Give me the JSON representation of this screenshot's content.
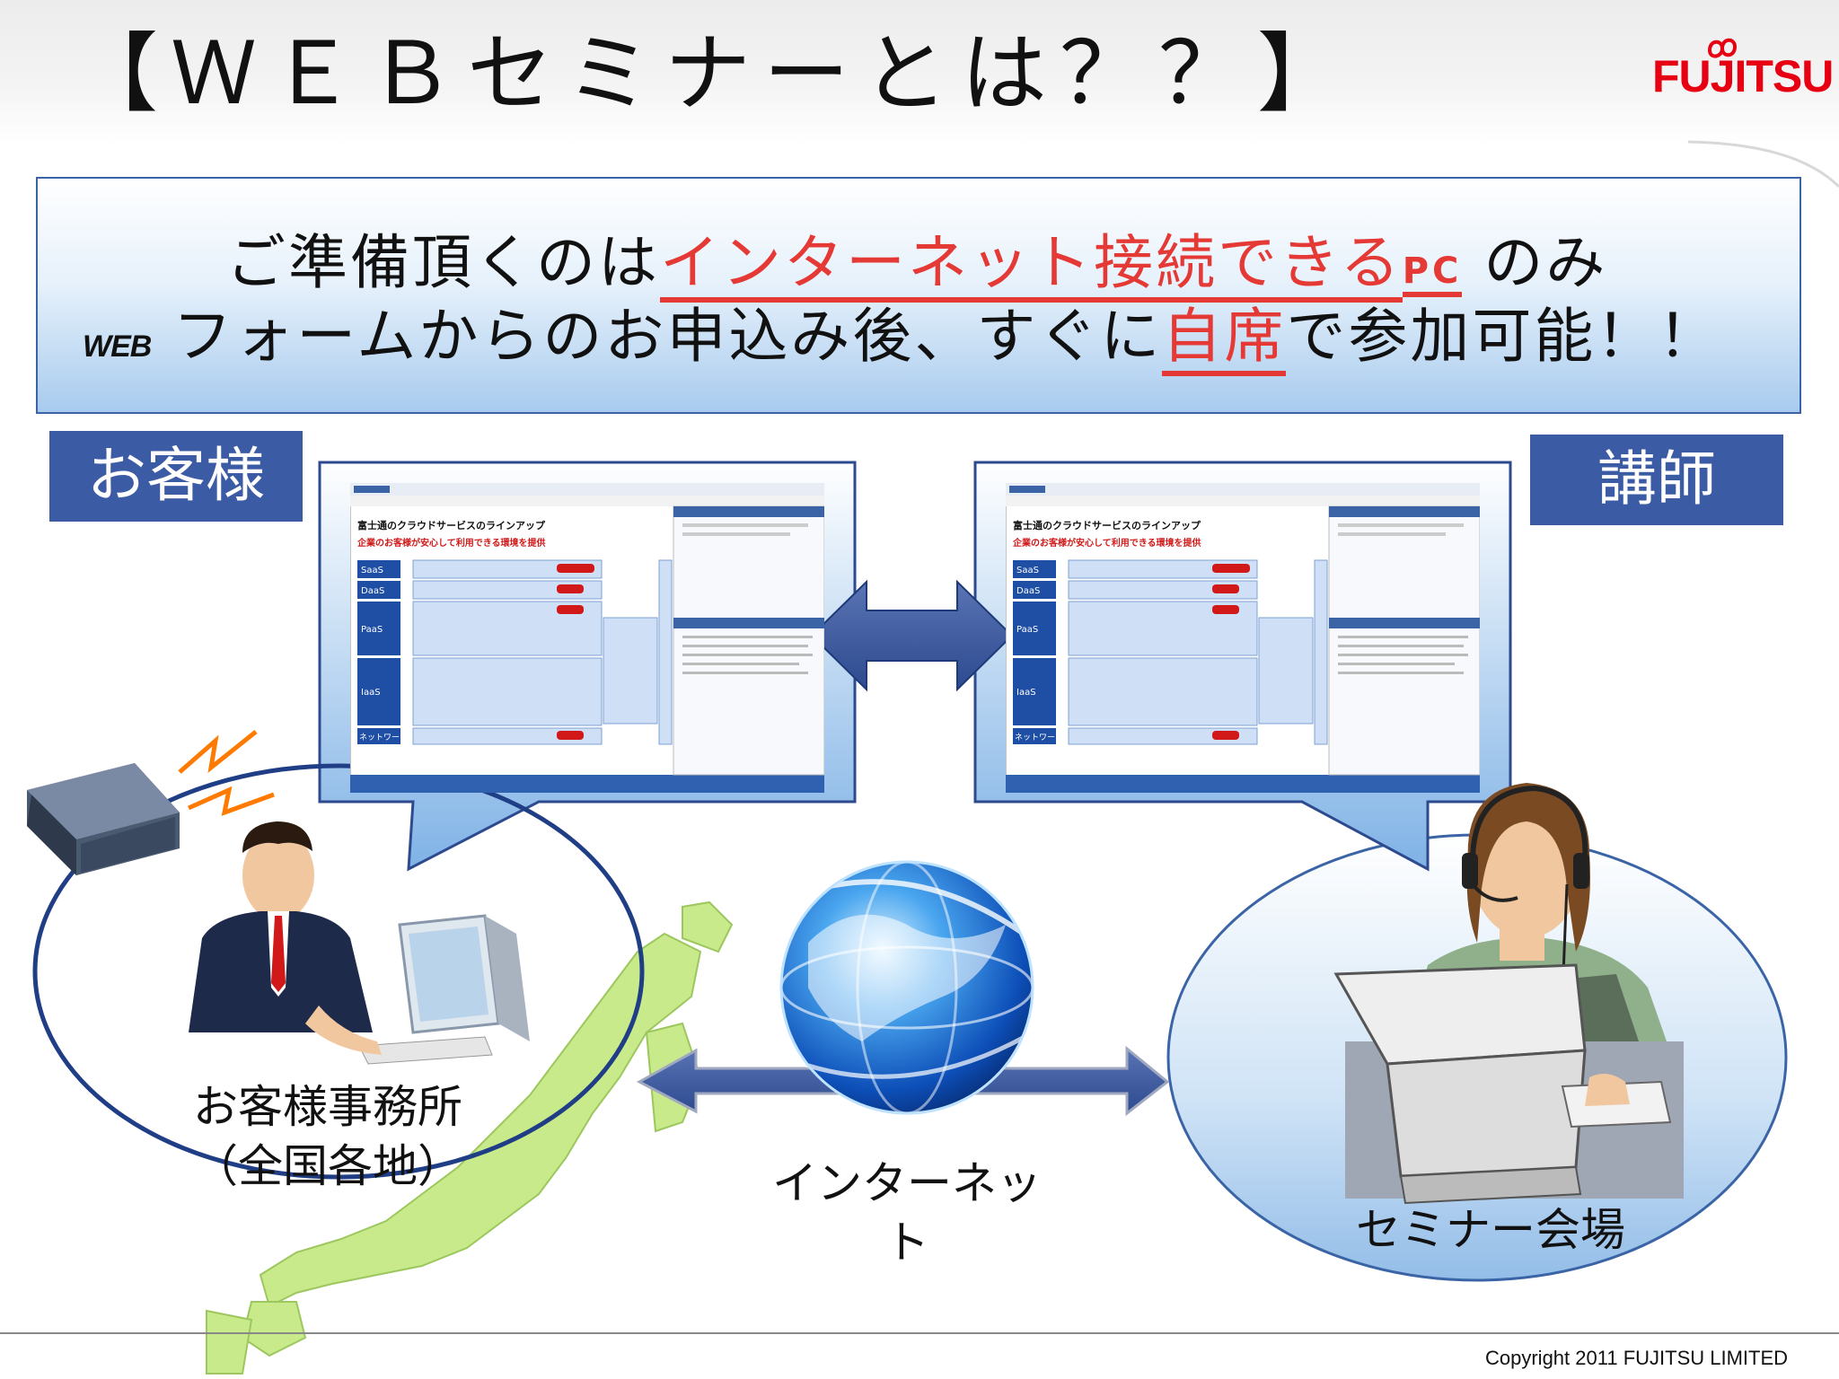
{
  "header": {
    "title": "【ＷＥＢセミナーとは？？】",
    "logo_text": "FUJITSU"
  },
  "info_box": {
    "line1_prefix": "ご準備頂くのは",
    "line1_highlight": "インターネット接続できる",
    "line1_pc": "PC",
    "line1_suffix": "のみ",
    "line2_web": "WEB",
    "line2_prefix": "フォームからのお申込み後、すぐに",
    "line2_highlight": "自席",
    "line2_suffix": "で参加可能！！"
  },
  "customer": {
    "label": "お客様",
    "office_line1": "お客様事務所",
    "office_line2": "（全国各地）"
  },
  "lecturer": {
    "label": "講師",
    "venue": "セミナー会場"
  },
  "network": {
    "internet_line1": "インターネッ",
    "internet_line2": "ト"
  },
  "screen": {
    "heading": "富士通のクラウドサービスのラインアップ",
    "subheading": "企業のお客様が安心して利用できる環境を提供",
    "rows": [
      "SaaS",
      "DaaS",
      "PaaS",
      "IaaS",
      "ネットワーク"
    ]
  },
  "footer": {
    "copyright": "Copyright 2011 FUJITSU LIMITED"
  },
  "colors": {
    "accent_blue": "#3b5ba5",
    "highlight_red": "#e53935",
    "logo_red": "#e60012"
  }
}
